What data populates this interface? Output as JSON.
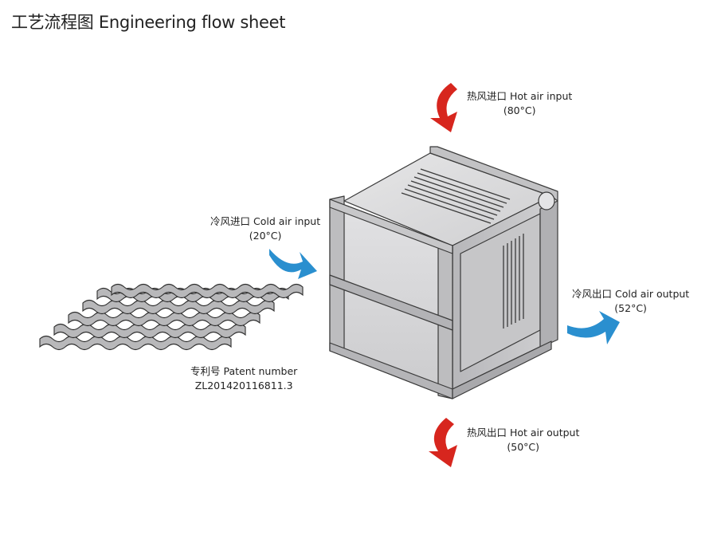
{
  "header": {
    "title": "工艺流程图  Engineering flow sheet"
  },
  "labels": {
    "hot_air_input": {
      "name": "热风进口 Hot air input",
      "temp": "(80°C)"
    },
    "cold_air_input": {
      "name": "冷风进口 Cold air input",
      "temp": "(20°C)"
    },
    "cold_air_output": {
      "name": "冷风出口 Cold air output",
      "temp": "(52°C)"
    },
    "hot_air_output": {
      "name": "热风出口 Hot air output",
      "temp": "(50°C)"
    },
    "patent": {
      "name": "专利号 Patent number",
      "number": "ZL201420116811.3"
    }
  },
  "colors": {
    "hot_arrow": "#d7261e",
    "cold_arrow": "#2a8fcf",
    "frame_face": "#bdbdbf",
    "panel_face": "#d9d9db",
    "outline": "#3a3a3a"
  }
}
